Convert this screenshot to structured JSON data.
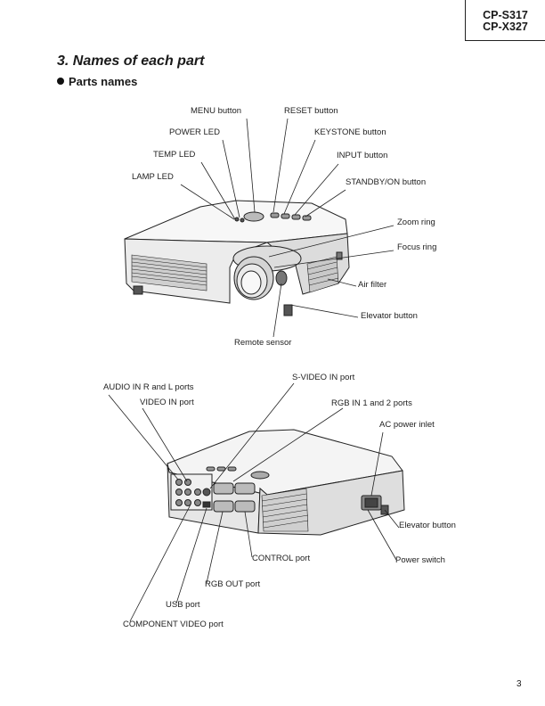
{
  "header": {
    "model_line1": "CP-S317",
    "model_line2": "CP-X327"
  },
  "section": {
    "title": "3. Names of each part",
    "subtitle": "Parts names"
  },
  "labels_top": {
    "menu": "MENU button",
    "reset": "RESET button",
    "power_led": "POWER LED",
    "keystone": "KEYSTONE button",
    "temp_led": "TEMP LED",
    "input": "INPUT button",
    "lamp_led": "LAMP LED",
    "standby": "STANDBY/ON button",
    "zoom": "Zoom ring",
    "focus": "Focus ring",
    "air_filter": "Air filter",
    "elevator": "Elevator button",
    "remote": "Remote sensor"
  },
  "labels_bottom": {
    "svideo": "S-VIDEO IN port",
    "audio": "AUDIO IN R and L ports",
    "video": "VIDEO IN port",
    "rgb_in": "RGB IN 1 and 2 ports",
    "ac_inlet": "AC power inlet",
    "elevator": "Elevator button",
    "control": "CONTROL port",
    "power_switch": "Power switch",
    "rgb_out": "RGB OUT port",
    "usb": "USB port",
    "component": "COMPONENT VIDEO port"
  },
  "page": {
    "number": "3"
  }
}
